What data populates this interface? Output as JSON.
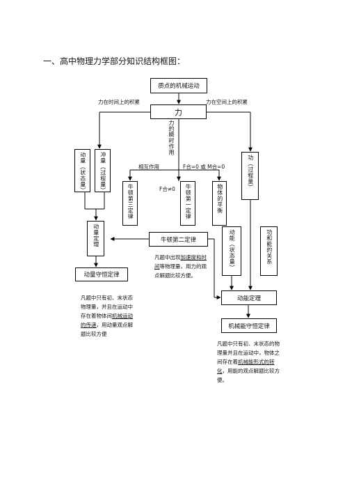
{
  "heading": "一、高中物理力学部分知识结构框图：",
  "nodes": {
    "motion": "质点的机械运动",
    "force": "力",
    "momentum_state": "动量（状态量）",
    "impulse": "冲量（过程量）",
    "newton3": "牛顿第三定律",
    "newton1": "牛顿第一定律",
    "equilibrium": "物体的平衡",
    "work": "功（过程量）",
    "momentum_theorem": "动量定理",
    "newton2": "牛顿第二定律",
    "kinetic_energy": "动能（状态量）",
    "work_energy_relation": "功和能的关系",
    "momentum_conservation": "动量守恒定律",
    "kinetic_theorem": "动能定理",
    "mech_energy_conservation": "机械能守恒定律"
  },
  "labels": {
    "time_accum": "力在时间上的积累",
    "space_accum": "力在空间上的积累",
    "instant": "力的瞬时作用",
    "interaction": "相互作用",
    "net_zero": "F合=0 或 M合=0",
    "net_nonzero": "F合≠0"
  },
  "notes": {
    "newton2_note": {
      "pre": "凡题中出现",
      "u1": "加速度和时间",
      "post": "等物理量，用力的观点解题比较方便。"
    },
    "momentum_note": {
      "pre": "凡题中只有初、末状态物理量，并且在运动中存在着物体间",
      "u1": "机械运动的传递",
      "post": "，用动量观点解题比较方便"
    },
    "energy_note": {
      "pre": "凡题中只有初、末状态的物理量并且在运动中，物体之间存在着",
      "u1": "机械能形式的转化",
      "post": "，用能的观点解题比较方便。"
    }
  }
}
